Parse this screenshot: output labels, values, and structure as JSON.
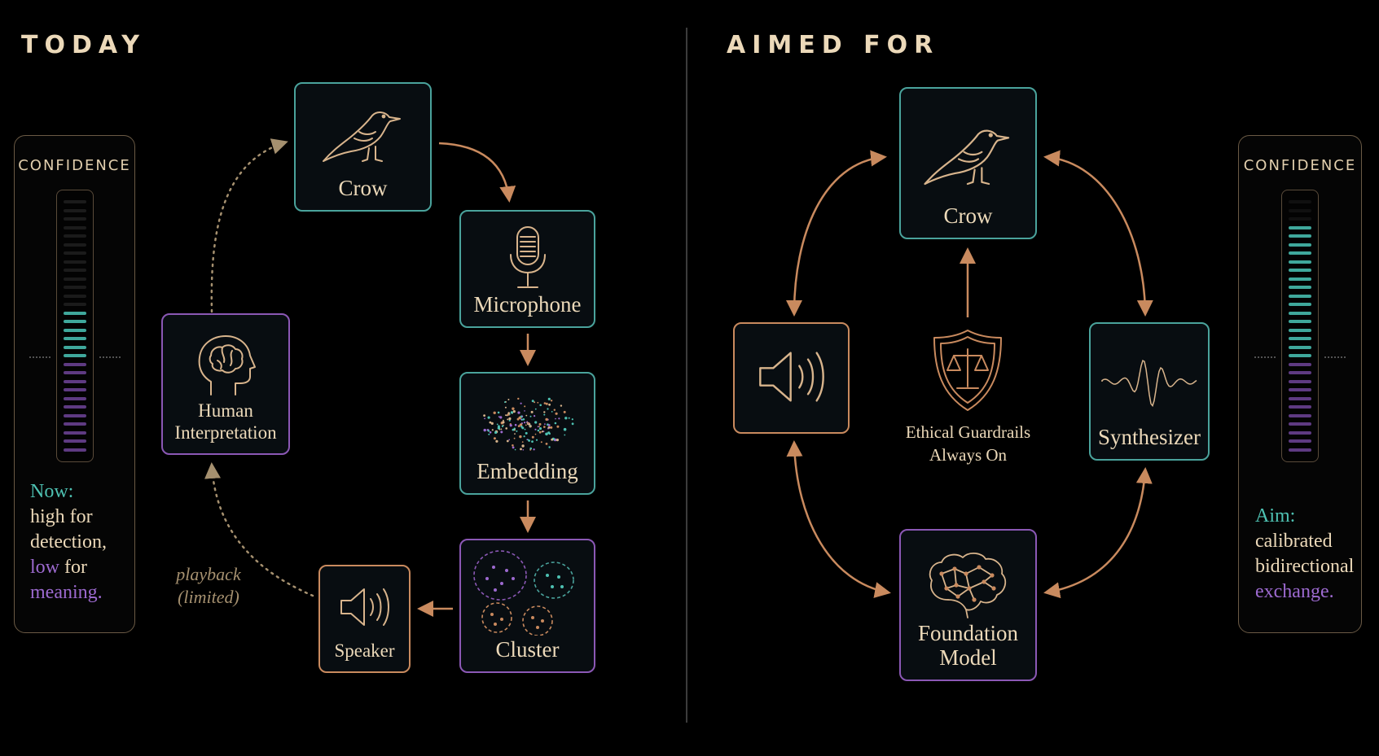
{
  "today": {
    "heading": "TODAY",
    "gauge": {
      "title": "CONFIDENCE",
      "text": {
        "line1": "Now:",
        "line2": "high for",
        "line3": "detection,",
        "line4_em": "low",
        "line4_rest": " for",
        "line5": "meaning."
      }
    },
    "nodes": {
      "crow": "Crow",
      "microphone": "Microphone",
      "embedding": "Embedding",
      "cluster": "Cluster",
      "speaker": "Speaker",
      "human_line1": "Human",
      "human_line2": "Interpretation"
    },
    "note_line1": "playback",
    "note_line2": "(limited)"
  },
  "aimed": {
    "heading": "AIMED FOR",
    "gauge": {
      "title": "CONFIDENCE",
      "text": {
        "line1": "Aim:",
        "line2": "calibrated",
        "line3": "bidirectional",
        "line4": "exchange."
      }
    },
    "nodes": {
      "crow": "Crow",
      "synthesizer": "Synthesizer",
      "foundation_line1": "Foundation",
      "foundation_line2": "Model"
    },
    "ethics_line1": "Ethical Guardrails",
    "ethics_line2": "Always On"
  },
  "colors": {
    "background": "#000000",
    "teal": "#4aa39c",
    "purple": "#8b58b5",
    "orange": "#c98a5e",
    "text": "#ecd9b9"
  },
  "icons": [
    "crow-icon",
    "microphone-icon",
    "embedding-scatter-icon",
    "cluster-icon",
    "speaker-icon",
    "brain-head-icon",
    "shield-scales-icon",
    "waveform-icon",
    "neural-brain-icon"
  ]
}
